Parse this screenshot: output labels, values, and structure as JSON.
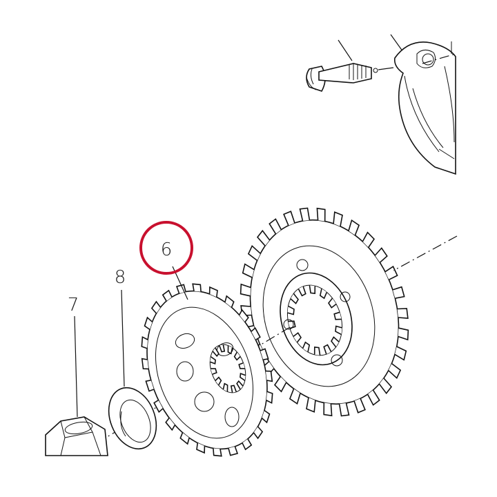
{
  "diagram": {
    "callouts": [
      {
        "id": "6",
        "label": "6",
        "highlighted": true
      },
      {
        "id": "7",
        "label": "7",
        "highlighted": false
      },
      {
        "id": "8",
        "label": "8",
        "highlighted": false
      }
    ],
    "highlight_color": "#c8102e",
    "line_color": "#111111",
    "background": "#ffffff"
  }
}
